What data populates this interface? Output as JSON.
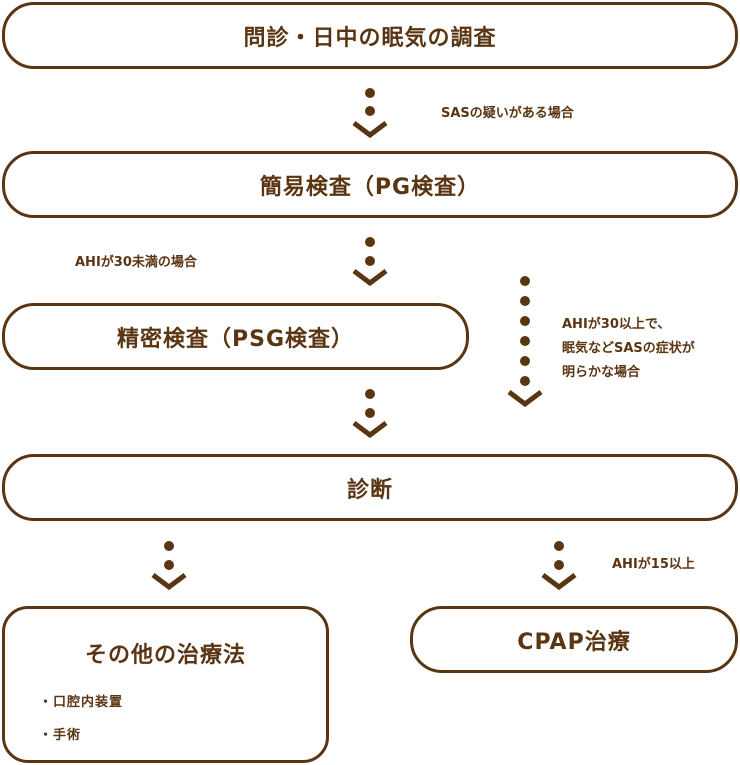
{
  "nodes": {
    "interview": "問診・日中の眠気の調査",
    "pg": "簡易検査（PG検査）",
    "psg": "精密検査（PSG検査）",
    "diagnosis": "診断",
    "other": "その他の治療法",
    "cpap": "CPAP治療"
  },
  "other_items": [
    "口腔内装置",
    "手術"
  ],
  "labels": {
    "sas_suspected": "SASの疑いがある場合",
    "ahi_under30": "AHIが30未満の場合",
    "ahi_over30_line1": "AHIが30以上で、",
    "ahi_over30_line2": "眠気などSASの症状が",
    "ahi_over30_line3": "明らかな場合",
    "ahi_over15": "AHIが15以上"
  },
  "colors": {
    "brown": "#5a3512"
  }
}
